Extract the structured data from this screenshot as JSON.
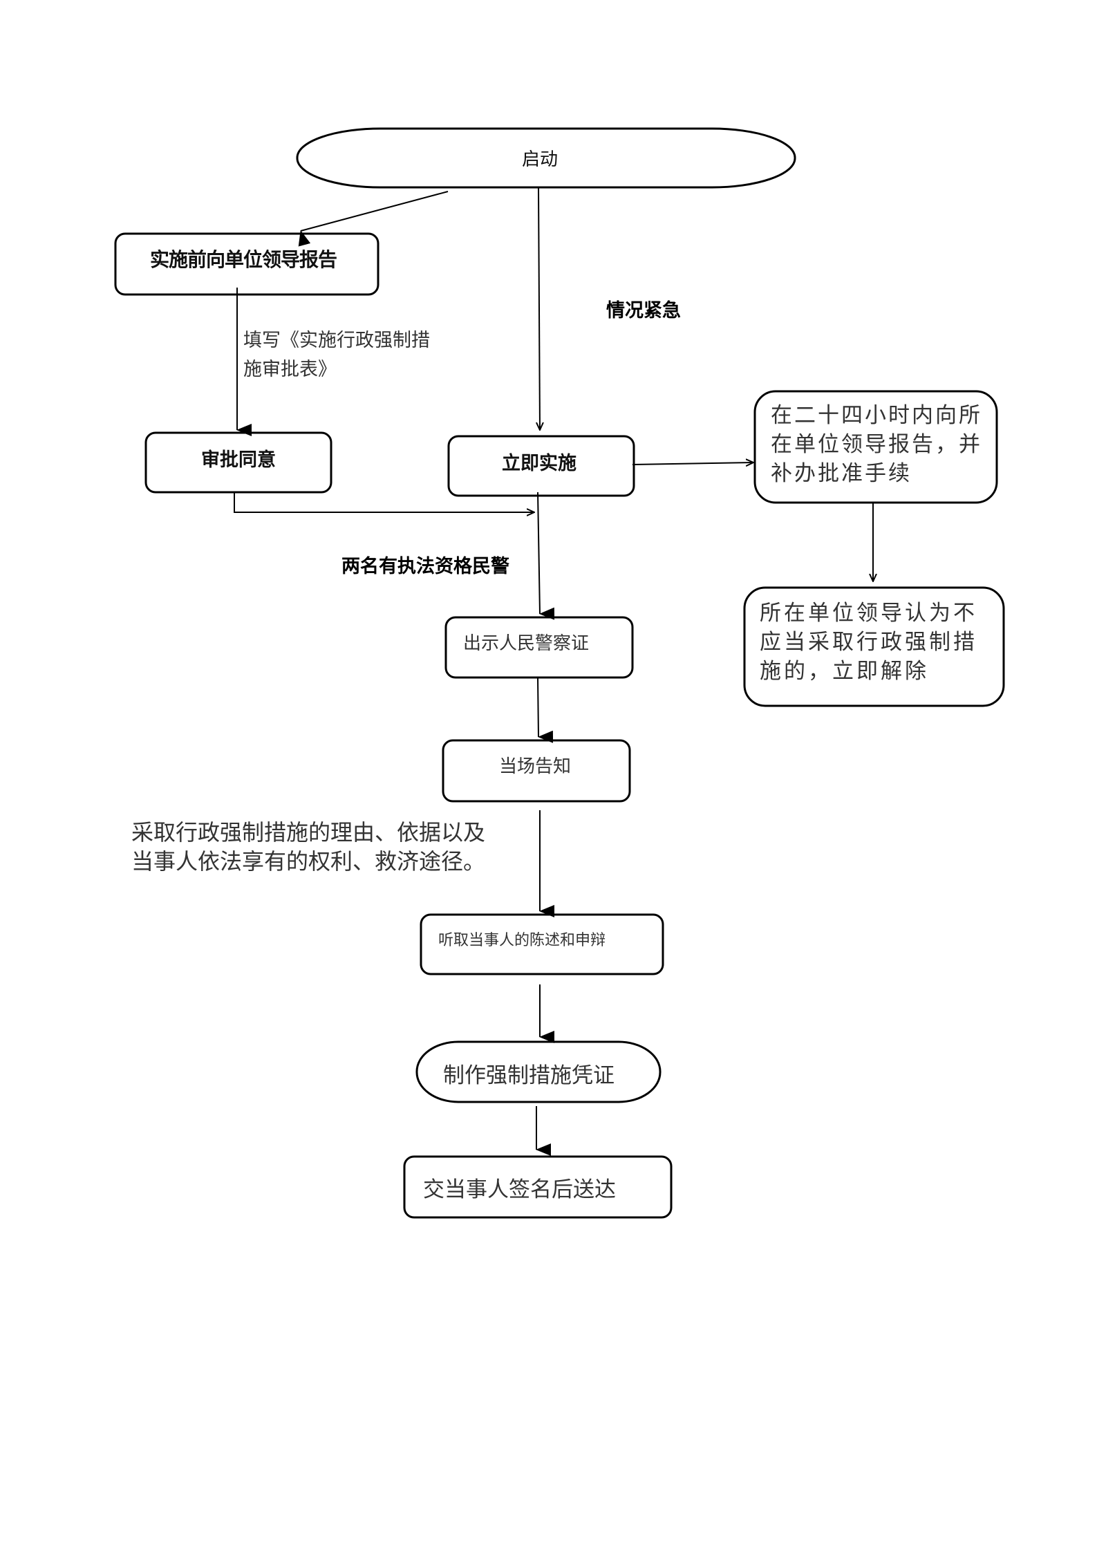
{
  "diagram": {
    "type": "flowchart",
    "nodes": {
      "start": "启动",
      "report_before": "实施前向单位领导报告",
      "approve": "审批同意",
      "implement_now": "立即实施",
      "report_24h": "在二十四小时内向所在单位领导报告，并补办批准手续",
      "report_24h_lines": [
        "在二十四小时内向所",
        "在单位领导报告，并",
        "补办批准手续"
      ],
      "release": "所在单位领导认为不应当采取行政强制措施的，立即解除",
      "release_lines": [
        "所在单位领导认为不",
        "应当采取行政强制措",
        "施的，立即解除"
      ],
      "show_id": "出示人民警察证",
      "notify": "当场告知",
      "hear": "听取当事人的陈述和申辩",
      "make_voucher": "制作强制措施凭证",
      "deliver": "交当事人签名后送达"
    },
    "annotations": {
      "fill_form_lines": [
        "填写《实施行政强制措",
        "施审批表》"
      ],
      "urgent": "情况紧急",
      "two_officers": "两名有执法资格民警",
      "notify_content_lines": [
        "采取行政强制措施的理由、依据以及",
        "当事人依法享有的权利、救济途径。"
      ]
    },
    "edges": [
      {
        "from": "start",
        "to": "report_before"
      },
      {
        "from": "start",
        "to": "implement_now",
        "label": "情况紧急"
      },
      {
        "from": "report_before",
        "to": "approve",
        "label": "填写《实施行政强制措施审批表》"
      },
      {
        "from": "approve",
        "to": "show_id"
      },
      {
        "from": "implement_now",
        "to": "report_24h"
      },
      {
        "from": "report_24h",
        "to": "release"
      },
      {
        "from": "implement_now",
        "to": "show_id",
        "label": "两名有执法资格民警"
      },
      {
        "from": "show_id",
        "to": "notify"
      },
      {
        "from": "notify",
        "to": "hear"
      },
      {
        "from": "hear",
        "to": "make_voucher"
      },
      {
        "from": "make_voucher",
        "to": "deliver"
      }
    ]
  }
}
